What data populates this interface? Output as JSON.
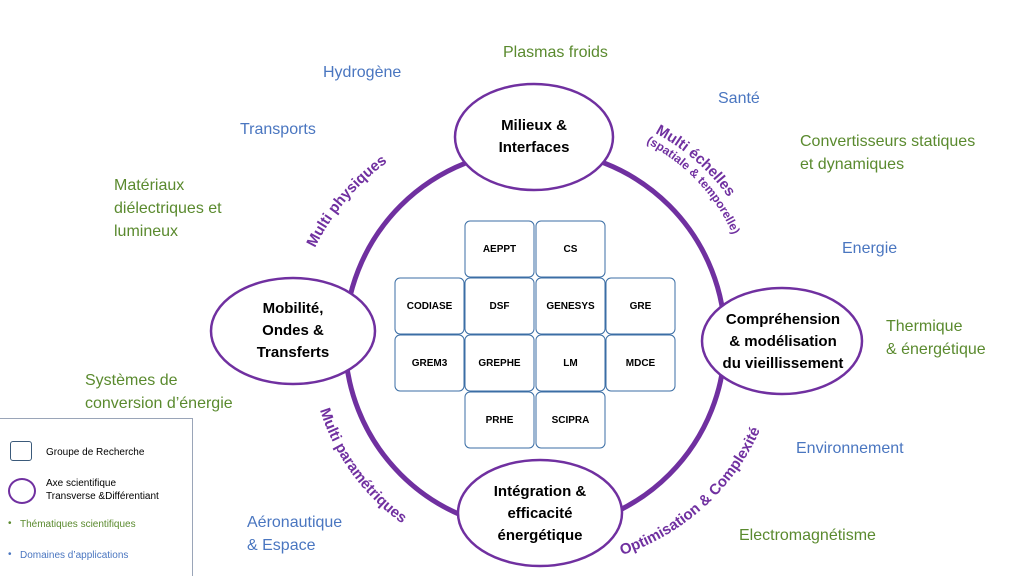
{
  "axes": {
    "top": [
      "Milieux &",
      "Interfaces"
    ],
    "left": [
      "Mobilité,",
      "Ondes &",
      "Transferts"
    ],
    "right": [
      "Compréhension",
      "& modélisation",
      "du vieillissement"
    ],
    "bottom": [
      "Intégration &",
      "efficacité",
      "énergétique"
    ]
  },
  "arc_labels": {
    "multi_physiques": "Multi physiques",
    "multi_echelles": "Multi échelles",
    "spatiale_temporelle": "(spatiale & temporelle)",
    "multi_parametriques": "Multi paramétriques",
    "optimisation": "Optimisation & Complexité"
  },
  "groups": {
    "aeppt": "AEPPT",
    "cs": "CS",
    "codiase": "CODIASE",
    "dsf": "DSF",
    "genesys": "GENESYS",
    "gre": "GRE",
    "grem3": "GREM3",
    "grephe": "GREPHE",
    "lm": "LM",
    "mdce": "MDCE",
    "prhe": "PRHE",
    "scipra": "SCIPRA"
  },
  "thematiques": {
    "plasmas": "Plasmas froids",
    "convertisseurs": [
      "Convertisseurs statiques",
      "et dynamiques"
    ],
    "materiaux": [
      "Matériaux",
      "diélectriques et",
      "lumineux"
    ],
    "thermique": [
      "Thermique",
      "& énergétique"
    ],
    "systemes": [
      "Systèmes de",
      "conversion d’énergie"
    ],
    "electromagnetisme": "Electromagnétisme"
  },
  "domaines": {
    "hydrogene": "Hydrogène",
    "sante": "Santé",
    "transports": "Transports",
    "energie": "Energie",
    "environnement": "Environnement",
    "aeronautique": [
      "Aéronautique",
      "& Espace"
    ]
  },
  "legend": {
    "groupe": "Groupe de Recherche",
    "axe": [
      "Axe scientifique",
      "Transverse &Différentiant"
    ],
    "thematiques": "Thématiques scientifiques",
    "domaines": "Domaines d’applications",
    "bullet": "•"
  },
  "colors": {
    "purple": "#7030a0",
    "box_border": "#3b6ea5",
    "thematique": "#5a8a2e",
    "domaine": "#4a76c0"
  }
}
